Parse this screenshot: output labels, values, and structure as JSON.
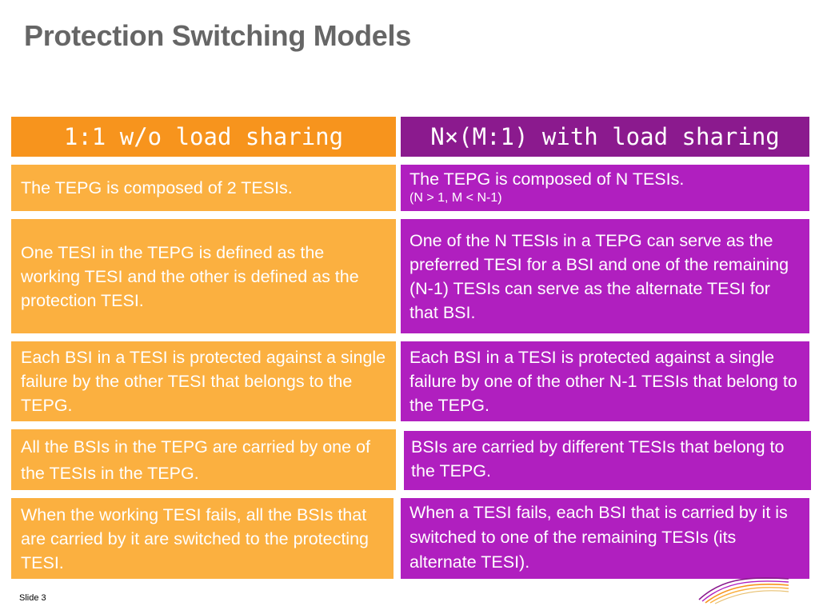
{
  "slide": {
    "title": "Protection Switching Models",
    "footer": "Slide 3"
  },
  "columns": {
    "left_header": "1:1 w/o load sharing",
    "right_header": "N×(M:1) with load sharing"
  },
  "rows": [
    {
      "left": "The TEPG is composed of 2 TESIs.",
      "right": "The TEPG is composed of N TESIs.",
      "right_sub": "(N > 1, M < N-1)"
    },
    {
      "left": "One TESI in the TEPG is defined as the working TESI and the other is defined as the protection TESI.",
      "right": "One of the N TESIs in a TEPG can serve as the preferred TESI for a BSI and one of the remaining (N-1) TESIs can serve as the alternate TESI for that BSI."
    },
    {
      "left": "Each BSI in a TESI is protected against a single failure by the other TESI that belongs to the TEPG.",
      "right": "Each BSI in a TESI is protected against a single failure by one of the other N-1 TESIs that belong to the TEPG."
    },
    {
      "left": "All the BSIs in the TEPG are carried by one of the TESIs in the TEPG.",
      "right": "BSIs are carried by different TESIs that belong to the TEPG."
    },
    {
      "left": "When the working TESI fails, all the BSIs that are carried by it are switched to the protecting TESI.",
      "right": "When a TESI fails, each BSI that is carried by it is switched to one of the remaining TESIs (its alternate TESI)."
    }
  ],
  "colors": {
    "header_left": "#f7941d",
    "header_right": "#8b1a8e",
    "cell_left": "#fbb040",
    "cell_right": "#b01fbf",
    "title": "#666666"
  }
}
